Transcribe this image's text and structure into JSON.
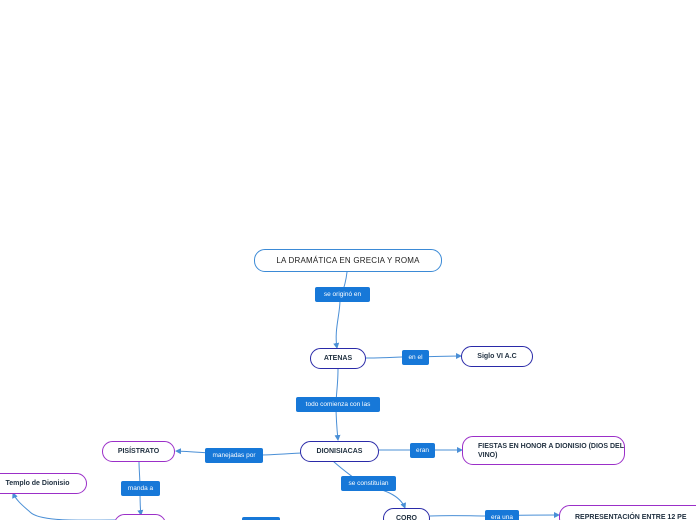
{
  "nodes": {
    "root": "LA DRAMÁTICA EN GRECIA Y ROMA",
    "atenas": "ATENAS",
    "siglo": "Siglo VI A.C",
    "dionisiacas": "DIONISIACAS",
    "fiestas": "FIESTAS EN HONOR A DIONISIO (DIOS DEL VINO)",
    "pisistrato": "PISÍSTRATO",
    "templo": "Templo de Dionisio",
    "coro": "CORO",
    "representacion": "REPRESENTACIÓN ENTRE 12 PE"
  },
  "links": {
    "se_origino": "se originó en",
    "en_el": "en el",
    "todo_comienza": "todo comienza con las",
    "eran": "eran",
    "manejadas_por": "manejadas por",
    "se_constituian": "se constituían",
    "manda_a": "manda a",
    "era_una": "era una"
  },
  "colors": {
    "edge": "#4a8fd6",
    "label_bg": "#1778d8",
    "root_border": "#3b8ad6",
    "node_border_blue": "#2a2aa8",
    "node_border_purple": "#9b2fc8"
  }
}
